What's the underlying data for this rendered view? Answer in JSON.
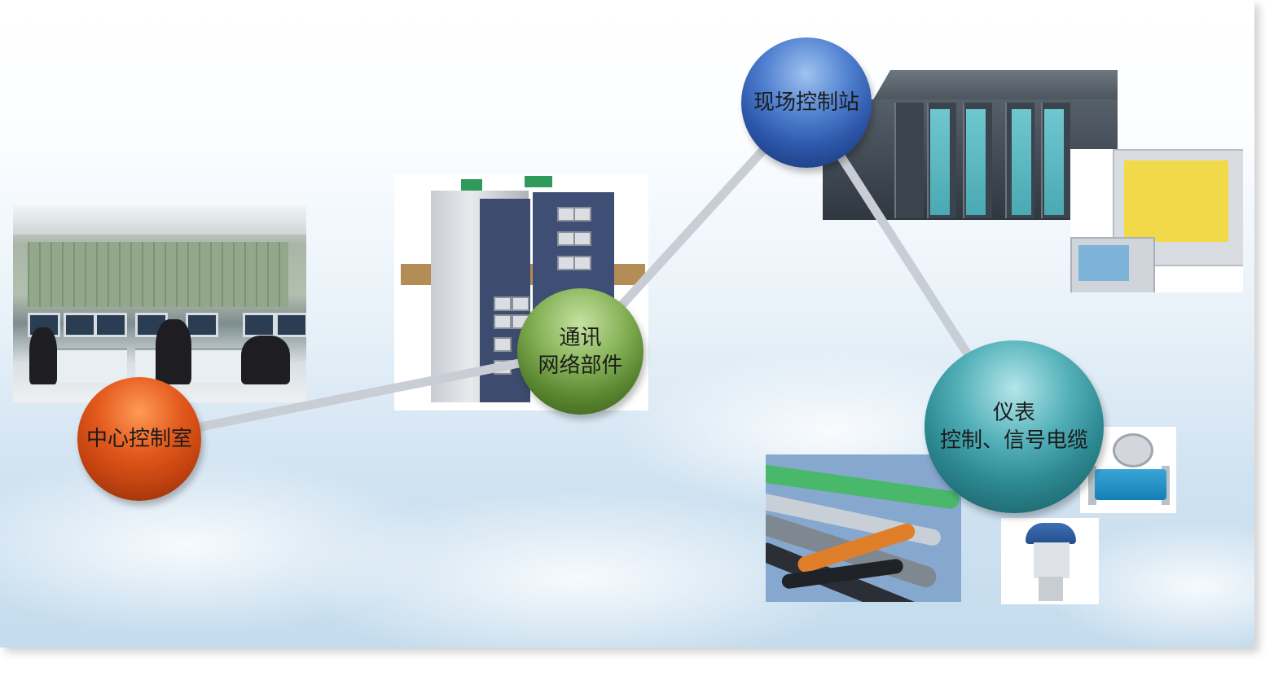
{
  "nodes": {
    "center_control_room": {
      "label": "中心控制室"
    },
    "communication_network": {
      "line1": "通讯",
      "line2": "网络部件"
    },
    "field_control_station": {
      "label": "现场控制站"
    },
    "instrumentation": {
      "line1": "仪表",
      "line2": "控制、信号电缆"
    }
  },
  "colors": {
    "center_control_room": "#d9531a",
    "communication_network": "#76a24a",
    "field_control_station": "#3a68bf",
    "instrumentation": "#3a9aa3",
    "connector": "#c9ced6"
  },
  "photos": [
    "control-room-photo",
    "network-switch-photo",
    "plc-rack-photo",
    "hmi-panel-photo",
    "cable-bundle-photo",
    "flowmeter-photo",
    "level-sensor-photo"
  ]
}
